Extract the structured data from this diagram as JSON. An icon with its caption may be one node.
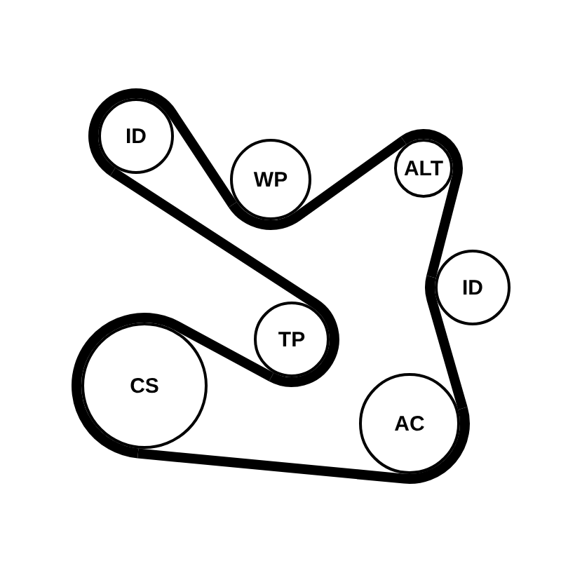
{
  "diagram": {
    "nodes": [
      {
        "text": [
          "ID"
        ]
      },
      {
        "text": [
          "WP"
        ]
      },
      {
        "text": [
          "ALT"
        ]
      },
      {
        "text": [
          "ID"
        ]
      },
      {
        "text": [
          "TP"
        ]
      },
      {
        "text": [
          "CS"
        ]
      },
      {
        "text": [
          "AC"
        ]
      }
    ],
    "edges": [
      {
        "from": 0,
        "to": 1,
        "arrow": "none"
      },
      {
        "from": 1,
        "to": 2,
        "arrow": "none"
      },
      {
        "from": 2,
        "to": 3,
        "arrow": "none"
      },
      {
        "from": 3,
        "to": 6,
        "arrow": "none"
      },
      {
        "from": 6,
        "to": 5,
        "arrow": "none"
      },
      {
        "from": 5,
        "to": 4,
        "arrow": "none"
      },
      {
        "from": 4,
        "to": 0,
        "arrow": "none"
      }
    ]
  }
}
